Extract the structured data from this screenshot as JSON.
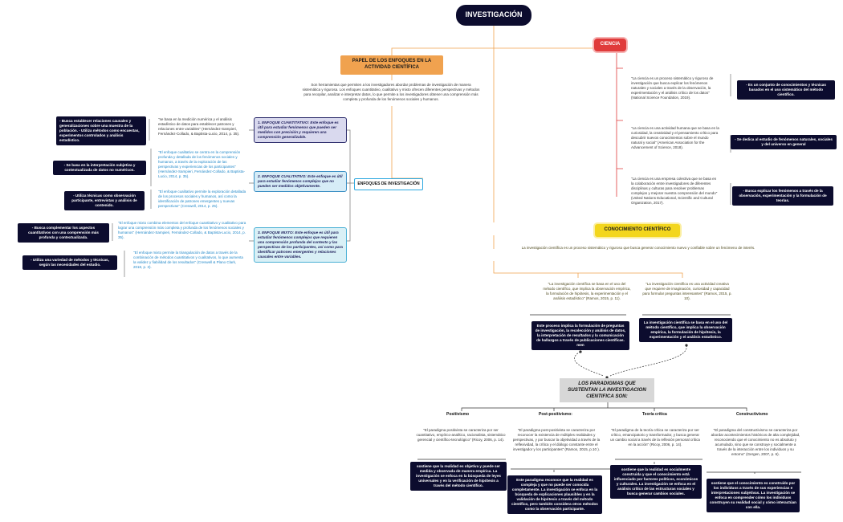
{
  "title": "INVESTIGACIÓN",
  "ciencia": {
    "label": "CIENCIA",
    "def1": "\"La ciencia es un proceso sistemático y riguroso de investigación que busca explicar los fenómenos naturales y sociales a través de la observación, la experimentación y el análisis crítico de los datos\" (National Science Foundation, 2019).",
    "def2": "\"La ciencia es una actividad humana que se basa en la curiosidad, la creatividad y el pensamiento crítico para descubrir nuevos conocimientos sobre el mundo natural y social\" (American Association for the Advancement of Science, 2018).",
    "def3": "\"La ciencia es una empresa colectiva que se basa en la colaboración entre investigadores de diferentes disciplinas y culturas para resolver problemas complejos y mejorar nuestra comprensión del mundo\" (United Nations Educational, Scientific and Cultural Organization, 2017).",
    "sum1": "- Es un conjunto de conocimientos y técnicas basados en el uso sistemático del método científico.",
    "sum2": "- Se dedica al estudio de fenómenos naturales, sociales y del universo en general",
    "sum3": "- Busca explicar los fenómenos a través de la observación, experimentación y la formulación de teorías."
  },
  "papel": {
    "label": "PAPEL DE LOS ENFOQUES EN LA ACTIVIDAD CIENTÍFICA",
    "desc": "Son herramientas que permiten a los investigadores abordar problemas de investigación de manera sistemática y rigurosa. Los enfoques cuantitativo, cualitativo y mixto ofrecen diferentes perspectivas y métodos para recopilar, analizar e interpretar datos, lo que permite a los investigadores obtener una comprensión más completa y profunda de los fenómenos sociales y humanos.",
    "center": "ENFOQUES DE INVESTIGACIÓN",
    "enfoque1": "1. ENFOQUE CUANTITATIVO: Este enfoque es útil para estudiar fenómenos que pueden ser medidos con precisión y requieren una comprensión generalizable.",
    "enfoque2": "2. ENFOQUE CUALITATIVO: Este enfoque es útil para estudiar fenómenos complejos que no pueden ser medidos objetivamente.",
    "enfoque3": "3. ENFOQUE MIXTO: Este enfoque es útil para estudiar fenómenos complejos que requieren una comprensión profunda del contexto y las perspectivas de los participantes, así como para identificar patrones emergentes y relaciones causales entre variables.",
    "cuant_quote": "\"se basa en la medición numérica y el análisis estadístico de datos para establecer patrones y relaciones entre variables\" (Hernández-Sampieri, Fernández-Collado, & Baptista-Lucio, 2014, p. 35).",
    "cuant_sum": "- Busca establecer relaciones causales y generalizaciones sobre una muestra de la población. - Utiliza métodos como encuestas, experimentos controlados y análisis estadístico.",
    "cual_quote1": "\"El enfoque cualitativo se centra en la comprensión profunda y detallada de los fenómenos sociales y humanos, a través de la exploración de las perspectivas y experiencias de los participantes\" (Hernández-Sampieri, Fernández-Collado, & Baptista-Lucio, 2014, p. 35).",
    "cual_quote2": "\"El enfoque cualitativo permite la exploración detallada de los procesos sociales y humanos, así como la identificación de patrones emergentes y nuevas perspectivas\" (Creswell, 2014, p. 25).",
    "cual_sum1": "- Se basa en la interpretación subjetiva y contextualizada de datos no numéricos.",
    "cual_sum2": "- Utiliza técnicas como observación participante, entrevistas y análisis de contenido.",
    "mixto_quote1": "\"El enfoque mixto combina elementos del enfoque cuantitativo y cualitativo para lograr una comprensión más completa y profunda de los fenómenos sociales y humanos\" (Hernández-Sampieri, Fernández-Collado, & Baptista-Lucio, 2014, p. 35).",
    "mixto_quote2": "\"El enfoque mixto permite la triangulación de datos a través de la combinación de métodos cuantitativos y cualitativos, lo que aumenta la validez y fiabilidad de los resultados\" (Creswell & Plano Clark, 2018, p. 3).",
    "mixto_sum1": "- Busca complementar los aspectos cuantitativos con una comprensión más profunda y contextualizada.",
    "mixto_sum2": "- Utiliza una variedad de métodos y técnicas, según las necesidades del estudio."
  },
  "conocimiento": {
    "label": "CONOCIMIENTO CIENTÍFICO",
    "desc": "La investigación científica es un proceso sistemático y riguroso que busca generar conocimiento nuevo y confiable sobre un fenómeno de interés.",
    "quote1": "\"La investigación científica se basa en el uso del método científico, que implica la observación empírica, la formulación de hipótesis, la experimentación y el análisis estadístico\" (Ramos, 2015, p. 11).",
    "quote2": "\"La investigación científica es una actividad creativa que requiere de imaginación, curiosidad y capacidad para formular preguntas interesantes\" (Ramos, 2015, p. 10).",
    "sum1": "Este proceso implica la formulación de preguntas de investigación, la recolección y análisis de datos, la interpretación de resultados y la comunicación de hallazgos a través de publicaciones científicas. men",
    "sum2": "La investigación científica se basa en el uso del método científico, que implica la observación empírica, la formulación de hipótesis, la experimentación y el análisis estadístico."
  },
  "paradigmas": {
    "label": "LOS PARADIGMAS QUE SUSTENTAN LA INVESTIGACION CIENTIFICA SON:",
    "items": [
      {
        "name": "Positivismo",
        "quote": "\"El paradigma positivista se caracteriza por ser cuantitativo, empírico-analítico, racionalista, sistemático gerencial y científico-tecnológico\" (Ricoy, 2006, p. 14).",
        "sum": "sostiene que la realidad es objetiva y puede ser medida y observada de manera empírica. La investigación se enfoca en la búsqueda de leyes universales y en la verificación de hipótesis a través del método científico."
      },
      {
        "name": "Post-positivismo:",
        "quote": "\"El paradigma post-positivista se caracteriza por reconocer la existencia de múltiples realidades y perspectivas, y por buscar la objetividad a través de la reflexividad, la crítica y el diálogo constante entre el investigador y los participantes\" (Ramos, 2015, p.10 ).",
        "sum": "Este paradigma reconoce que la realidad es compleja y que no puede ser conocida completamente. La investigación se enfoca en la búsqueda de explicaciones plausibles y en la validación de hipótesis a través del método científico, pero también considera otros métodos como la observación participante."
      },
      {
        "name": "Teoría crítica",
        "quote": "\"El paradigma de la teoría crítica se caracteriza por ser crítico, emancipatorio y transformador, y busca generar un cambio social a través de la reflexión personal crítica en la acción\" (Ricoy, 2006, p. 14).",
        "sum": "sostiene que la realidad es socialmente construida y que el conocimiento está influenciado por factores políticos, económicos y culturales. La investigación se enfoca en el análisis crítico de las estructuras sociales y busca generar cambios sociales."
      },
      {
        "name": "Constructivismo",
        "quote": "\"El paradigma del constructivismo se caracteriza por abordar acontecimientos históricos de alta complejidad, reconociendo que el conocimiento no es absoluto y acumulado, sino que se construye y socialmente a través de la interacción entre los individuos y su entorno\" (Gergen, 2007, p. 6).",
        "sum": "sostiene que el conocimiento es construido por los individuos a través de sus experiencias e interpretaciones subjetivas. La investigación se enfoca en comprender cómo los individuos construyen su realidad social y cómo interactúan con ella."
      }
    ]
  },
  "colors": {
    "dark": "#0c0c2e",
    "ciencia": "#e03b3b",
    "papel": "#f0a24f",
    "conocimiento": "#f3d61d",
    "enfoque_border": "#2ca8e0"
  }
}
